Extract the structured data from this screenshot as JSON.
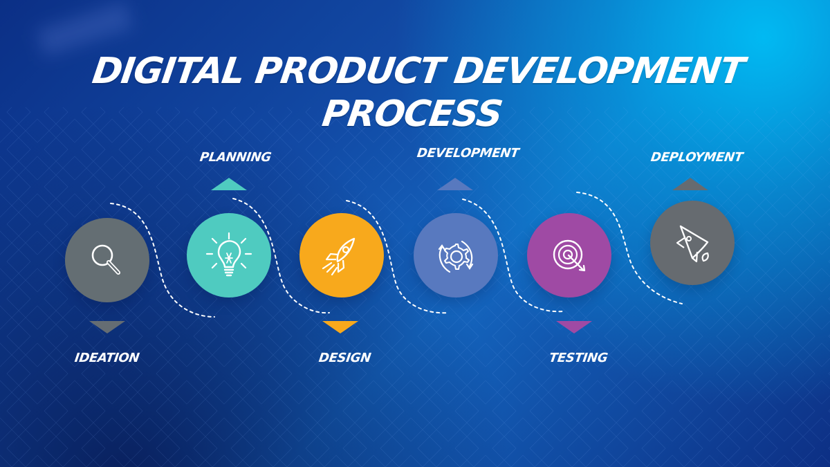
{
  "title": "DIGITAL PRODUCT DEVELOPMENT PROCESS",
  "steps": [
    {
      "label": "IDEATION",
      "icon": "magnifier-icon",
      "color": "#646e73",
      "triangle_color": "#656d73"
    },
    {
      "label": "PLANNING",
      "icon": "lightbulb-icon",
      "color": "#4fcbc0",
      "triangle_color": "#4fcbc0"
    },
    {
      "label": "DESIGN",
      "icon": "rocket-icon",
      "color": "#f8a91c",
      "triangle_color": "#f8a91c"
    },
    {
      "label": "DEVELOPMENT",
      "icon": "gear-cycle-icon",
      "color": "#5879bf",
      "triangle_color": "#5879bf"
    },
    {
      "label": "TESTING",
      "icon": "target-icon",
      "color": "#9f4aa4",
      "triangle_color": "#9f4aa4"
    },
    {
      "label": "DEPLOYMENT",
      "icon": "launch-rocket-icon",
      "color": "#666b70",
      "triangle_color": "#666b70"
    }
  ]
}
